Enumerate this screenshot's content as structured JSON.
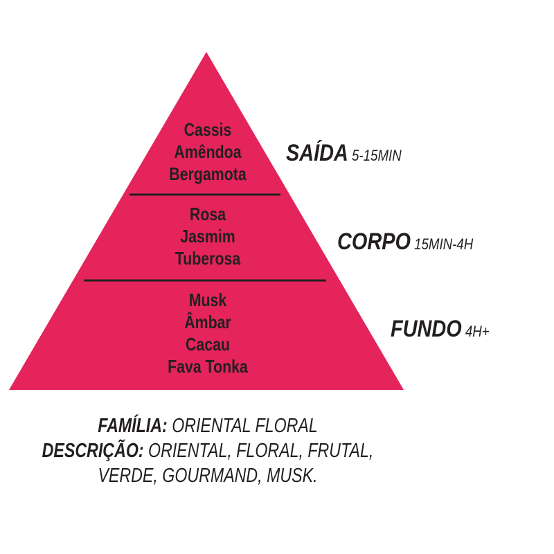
{
  "colors": {
    "pyramid_fill": "#e4245a",
    "divider": "#231f20",
    "text": "#231f20"
  },
  "pyramid": {
    "tiers": [
      {
        "notes": [
          "Cassis",
          "Amêndoa",
          "Bergamota"
        ],
        "label": "SAÍDA",
        "time": "5-15MIN"
      },
      {
        "notes": [
          "Rosa",
          "Jasmim",
          "Tuberosa"
        ],
        "label": "CORPO",
        "time": "15MIN-4H"
      },
      {
        "notes": [
          "Musk",
          "Âmbar",
          "Cacau",
          "Fava Tonka"
        ],
        "label": "FUNDO",
        "time": "4H+"
      }
    ]
  },
  "description": {
    "family_label": "FAMÍLIA:",
    "family_value": "ORIENTAL FLORAL",
    "desc_label": "DESCRIÇÃO:",
    "desc_value_line1": "ORIENTAL, FLORAL, FRUTAL,",
    "desc_value_line2": "VERDE, GOURMAND, MUSK."
  }
}
